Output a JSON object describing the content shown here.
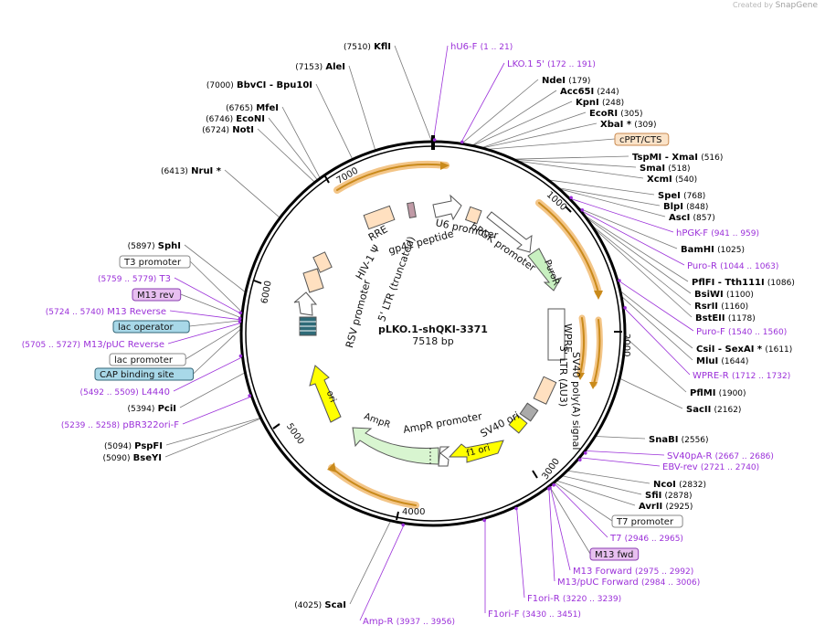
{
  "brand": {
    "created_by": "Created by",
    "app": "SnapGene"
  },
  "plasmid": {
    "name": "pLKO.1-shQKI-3371",
    "length": "7518 bp",
    "total_bp": 7518
  },
  "colors": {
    "site": "#000000",
    "primer": "#9b30d9",
    "leader": "#777777",
    "feature_fill": "#ffe0c0",
    "puro": "#c8f0c0",
    "ori": "#ffff00",
    "ampr": "#d8f5d0"
  },
  "tick_labels": [
    "1000",
    "2000",
    "3000",
    "4000",
    "5000",
    "6000",
    "7000"
  ],
  "sites": [
    {
      "name": "KflI",
      "pos": "(7510)",
      "bp": 7510
    },
    {
      "name": "AleI",
      "pos": "(7153)",
      "bp": 7153
    },
    {
      "name": "BbvCI - Bpu10I",
      "pos": "(7000)",
      "bp": 7000
    },
    {
      "name": "MfeI",
      "pos": "(6765)",
      "bp": 6765
    },
    {
      "name": "EcoNI",
      "pos": "(6746)",
      "bp": 6746
    },
    {
      "name": "NotI",
      "pos": "(6724)",
      "bp": 6724
    },
    {
      "name": "NruI *",
      "pos": "(6413)",
      "bp": 6413
    },
    {
      "name": "SphI",
      "pos": "(5897)",
      "bp": 5897
    },
    {
      "name": "PciI",
      "pos": "(5394)",
      "bp": 5394
    },
    {
      "name": "PspFI",
      "pos": "(5094)",
      "bp": 5094
    },
    {
      "name": "BseYI",
      "pos": "(5090)",
      "bp": 5090
    },
    {
      "name": "ScaI",
      "pos": "(4025)",
      "bp": 4025
    },
    {
      "name": "NdeI",
      "pos": "(179)",
      "bp": 179
    },
    {
      "name": "Acc65I",
      "pos": "(244)",
      "bp": 244
    },
    {
      "name": "KpnI",
      "pos": "(248)",
      "bp": 248
    },
    {
      "name": "EcoRI",
      "pos": "(305)",
      "bp": 305
    },
    {
      "name": "XbaI *",
      "pos": "(309)",
      "bp": 309
    },
    {
      "name": "TspMI - XmaI",
      "pos": "(516)",
      "bp": 516
    },
    {
      "name": "SmaI",
      "pos": "(518)",
      "bp": 518
    },
    {
      "name": "XcmI",
      "pos": "(540)",
      "bp": 540
    },
    {
      "name": "SpeI",
      "pos": "(768)",
      "bp": 768
    },
    {
      "name": "BlpI",
      "pos": "(848)",
      "bp": 848
    },
    {
      "name": "AscI",
      "pos": "(857)",
      "bp": 857
    },
    {
      "name": "BamHI",
      "pos": "(1025)",
      "bp": 1025
    },
    {
      "name": "PflFI - Tth111I",
      "pos": "(1086)",
      "bp": 1086
    },
    {
      "name": "BsiWI",
      "pos": "(1100)",
      "bp": 1100
    },
    {
      "name": "RsrII",
      "pos": "(1160)",
      "bp": 1160
    },
    {
      "name": "BstEII",
      "pos": "(1178)",
      "bp": 1178
    },
    {
      "name": "CsiI - SexAI *",
      "pos": "(1611)",
      "bp": 1611
    },
    {
      "name": "MluI",
      "pos": "(1644)",
      "bp": 1644
    },
    {
      "name": "PflMI",
      "pos": "(1900)",
      "bp": 1900
    },
    {
      "name": "SacII",
      "pos": "(2162)",
      "bp": 2162
    },
    {
      "name": "SnaBI",
      "pos": "(2556)",
      "bp": 2556
    },
    {
      "name": "NcoI",
      "pos": "(2832)",
      "bp": 2832
    },
    {
      "name": "SfiI",
      "pos": "(2878)",
      "bp": 2878
    },
    {
      "name": "AvrII",
      "pos": "(2925)",
      "bp": 2925
    }
  ],
  "primers": [
    {
      "name": "hU6-F",
      "pos": "(1 .. 21)",
      "bp": 1
    },
    {
      "name": "LKO.1 5'",
      "pos": "(172 .. 191)",
      "bp": 172
    },
    {
      "name": "hPGK-F",
      "pos": "(941 .. 959)",
      "bp": 941
    },
    {
      "name": "Puro-R",
      "pos": "(1044 .. 1063)",
      "bp": 1044
    },
    {
      "name": "Puro-F",
      "pos": "(1540 .. 1560)",
      "bp": 1540
    },
    {
      "name": "WPRE-R",
      "pos": "(1712 .. 1732)",
      "bp": 1712
    },
    {
      "name": "SV40pA-R",
      "pos": "(2667 .. 2686)",
      "bp": 2667
    },
    {
      "name": "EBV-rev",
      "pos": "(2721 .. 2740)",
      "bp": 2721
    },
    {
      "name": "T7",
      "pos": "(2946 .. 2965)",
      "bp": 2946
    },
    {
      "name": "M13 Forward",
      "pos": "(2975 .. 2992)",
      "bp": 2975
    },
    {
      "name": "M13/pUC Forward",
      "pos": "(2984 .. 3006)",
      "bp": 2984
    },
    {
      "name": "F1ori-R",
      "pos": "(3220 .. 3239)",
      "bp": 3220
    },
    {
      "name": "F1ori-F",
      "pos": "(3430 .. 3451)",
      "bp": 3430
    },
    {
      "name": "Amp-R",
      "pos": "(3937 .. 3956)",
      "bp": 3937
    },
    {
      "name": "T3",
      "pos": "(5759 .. 5779)",
      "bp": 5759
    },
    {
      "name": "M13 Reverse",
      "pos": "(5724 .. 5740)",
      "bp": 5724
    },
    {
      "name": "M13/pUC Reverse",
      "pos": "(5705 .. 5727)",
      "bp": 5705
    },
    {
      "name": "L4440",
      "pos": "(5492 .. 5509)",
      "bp": 5492
    },
    {
      "name": "pBR322ori-F",
      "pos": "(5239 .. 5258)",
      "bp": 5239
    }
  ],
  "boxed_labels": [
    {
      "name": "cPPT/CTS",
      "style": "orange",
      "bp": 340
    },
    {
      "name": "T7 promoter",
      "style": "white",
      "bp": 2940
    },
    {
      "name": "M13 fwd",
      "style": "purple",
      "bp": 2980
    },
    {
      "name": "T3 promoter",
      "style": "white",
      "bp": 5770
    },
    {
      "name": "M13 rev",
      "style": "purple",
      "bp": 5735
    },
    {
      "name": "lac operator",
      "style": "blue",
      "bp": 5720
    },
    {
      "name": "lac promoter",
      "style": "white",
      "bp": 5690
    },
    {
      "name": "CAP binding site",
      "style": "blue",
      "bp": 5670
    }
  ],
  "features": [
    {
      "name": "U6 promoter",
      "type": "arrow"
    },
    {
      "name": "hPGK promoter",
      "type": "arrow"
    },
    {
      "name": "PuroR",
      "type": "arrow"
    },
    {
      "name": "WPRE",
      "type": "box"
    },
    {
      "name": "3' LTR (ΔU3)",
      "type": "box"
    },
    {
      "name": "SV40 poly(A) signal",
      "type": "box"
    },
    {
      "name": "SV40 ori",
      "type": "box"
    },
    {
      "name": "f1 ori",
      "type": "arrow"
    },
    {
      "name": "AmpR promoter",
      "type": "arrow"
    },
    {
      "name": "AmpR",
      "type": "arrow"
    },
    {
      "name": "ori",
      "type": "arrow"
    },
    {
      "name": "RSV promoter",
      "type": "arrow"
    },
    {
      "name": "5' LTR (truncated)",
      "type": "box"
    },
    {
      "name": "HIV-1 Ψ",
      "type": "box"
    },
    {
      "name": "RRE",
      "type": "box"
    },
    {
      "name": "gp41 peptide",
      "type": "box"
    }
  ]
}
